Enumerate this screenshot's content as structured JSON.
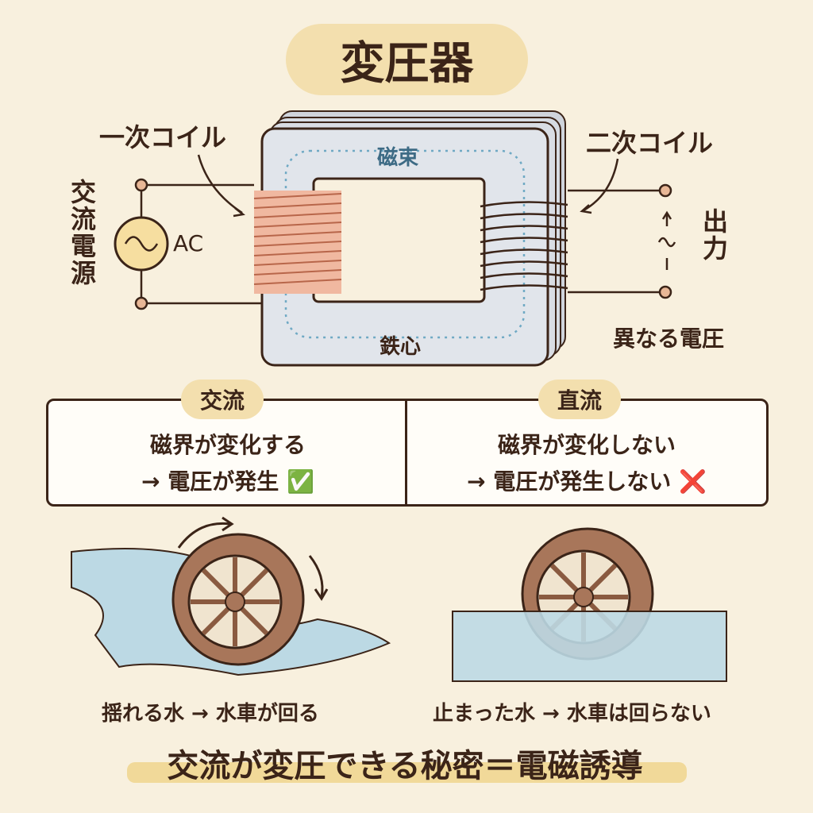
{
  "title": "変圧器",
  "transformer": {
    "primary_coil": "一次コイル",
    "secondary_coil": "二次コイル",
    "flux": "磁束",
    "core": "鉄心",
    "source": "交流電源",
    "ac": "AC",
    "output": "出力",
    "output_symbol": "↑～↓",
    "different_voltage": "異なる電圧"
  },
  "comparison": [
    {
      "label": "交流",
      "line1": "磁界が変化する",
      "line2": "→ 電圧が発生",
      "mark": "✅"
    },
    {
      "label": "直流",
      "line1": "磁界が変化しない",
      "line2": "→ 電圧が発生しない",
      "mark": "❌"
    }
  ],
  "analogy": {
    "left": "揺れる水 → 水車が回る",
    "right": "止まった水 → 水車は回らない"
  },
  "conclusion": "交流が変圧できる秘密＝電磁誘導",
  "colors": {
    "background": "#f8f0de",
    "text": "#3b2418",
    "accent": "#f3dfae",
    "copper": "#e6a184",
    "core": "#dfe3ea",
    "water": "#bcd9e4"
  }
}
